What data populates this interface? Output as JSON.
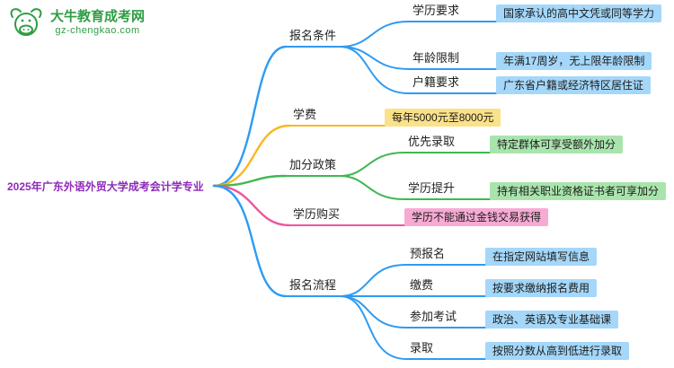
{
  "logo": {
    "site_name": "大牛教育成考网",
    "site_url": "gz-chengkao.com"
  },
  "root": {
    "label": "2025年广东外语外贸大学成考会计学专业"
  },
  "colors": {
    "blue": "#2e9bf2",
    "yellow": "#f9b723",
    "green": "#3fb853",
    "pink": "#ee559d",
    "blue_light": "#a4d7f9",
    "yellow_light": "#fbe189",
    "green_light": "#a9e4ad",
    "pink_light": "#f7abd4",
    "purple": "#8f2bb8",
    "logo_green": "#2f9e44"
  },
  "branches": [
    {
      "label": "报名条件",
      "children": [
        {
          "label": "学历要求",
          "value": "国家承认的高中文凭或同等学力"
        },
        {
          "label": "年龄限制",
          "value": "年满17周岁，无上限年龄限制"
        },
        {
          "label": "户籍要求",
          "value": "广东省户籍或经济特区居住证"
        }
      ]
    },
    {
      "label": "学费",
      "value": "每年5000元至8000元"
    },
    {
      "label": "加分政策",
      "children": [
        {
          "label": "优先录取",
          "value": "特定群体可享受额外加分"
        },
        {
          "label": "学历提升",
          "value": "持有相关职业资格证书者可享加分"
        }
      ]
    },
    {
      "label": "学历购买",
      "value": "学历不能通过金钱交易获得"
    },
    {
      "label": "报名流程",
      "children": [
        {
          "label": "预报名",
          "value": "在指定网站填写信息"
        },
        {
          "label": "缴费",
          "value": "按要求缴纳报名费用"
        },
        {
          "label": "参加考试",
          "value": "政治、英语及专业基础课"
        },
        {
          "label": "录取",
          "value": "按照分数从高到低进行录取"
        }
      ]
    }
  ]
}
